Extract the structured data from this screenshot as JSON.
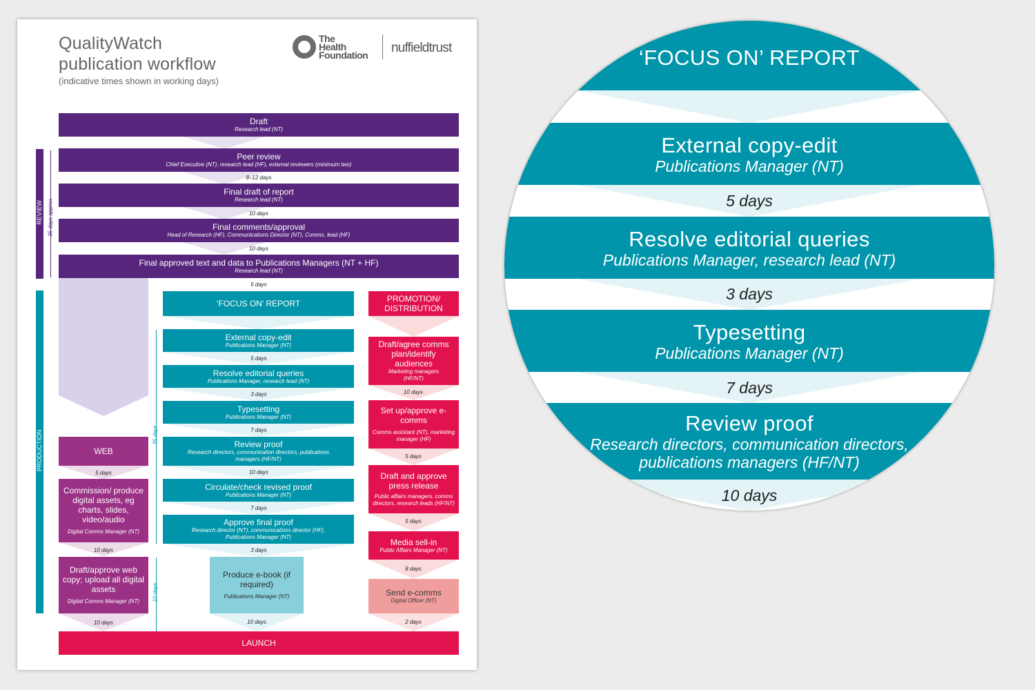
{
  "title_line1": "QualityWatch",
  "title_line2": "publication workflow",
  "subtitle": "(indicative times shown in working days)",
  "logos": {
    "hf": [
      "The",
      "Health",
      "Foundation"
    ],
    "nt": "nuffieldtrust"
  },
  "sidebar": {
    "review": "REVIEW",
    "production": "PRODUCTION",
    "review_span": "35 days approx",
    "focus_span": "35 days",
    "web_span": "10 days"
  },
  "review_steps": [
    {
      "title": "Draft",
      "sub": "Research lead (NT)"
    },
    {
      "title": "Peer review",
      "sub": "Chief Executive (NT), research lead (HF), external reviewers (minimum two)"
    },
    {
      "title": "Final draft of report",
      "sub": "Research lead (NT)"
    },
    {
      "title": "Final comments/approval",
      "sub": "Head of Research (HF), Communications Director (NT), Comms. lead (HF)"
    },
    {
      "title": "Final approved text and data to Publications Managers (NT + HF)",
      "sub": "Research lead (NT)"
    }
  ],
  "review_days": [
    "8–12 days",
    "10 days",
    "10 days",
    "5 days"
  ],
  "web": {
    "header": "WEB",
    "steps": [
      {
        "title": "Commission/ produce digital assets, eg charts, slides, video/audio",
        "sub": "Digital Comms Manager (NT)"
      },
      {
        "title": "Draft/approve web copy; upload all digital assets",
        "sub": "Digital Comms Manager (NT)"
      }
    ],
    "days": [
      "5 days",
      "10 days",
      "10 days"
    ]
  },
  "focus": {
    "header": "‘FOCUS ON’ REPORT",
    "steps": [
      {
        "title": "External copy-edit",
        "sub": "Publications Manager (NT)"
      },
      {
        "title": "Resolve editorial queries",
        "sub": "Publications Manager, research lead (NT)"
      },
      {
        "title": "Typesetting",
        "sub": "Publications Manager (NT)"
      },
      {
        "title": "Review proof",
        "sub": "Research directors, communication directors, publications managers (HF/NT)"
      },
      {
        "title": "Circulate/check revised proof",
        "sub": "Publications Manager (NT)"
      },
      {
        "title": "Approve final proof",
        "sub": "Research director (NT), communications director (HF), Publications Manager (NT)"
      }
    ],
    "days": [
      "5 days",
      "3 days",
      "7 days",
      "10 days",
      "7 days",
      "3 days"
    ],
    "ebook": {
      "title": "Produce e-book (if required)",
      "sub": "Publications Manager (NT)"
    },
    "ebook_days": "10 days"
  },
  "promo": {
    "header": "PROMOTION/ DISTRIBUTION",
    "steps": [
      {
        "title": "Draft/agree comms plan/identify audiences",
        "sub": "Marketing managers (HF/NT)"
      },
      {
        "title": "Set up/approve e-comms",
        "sub": "Comms assistant (NT), marketing manager (HF)"
      },
      {
        "title": "Draft and approve press release",
        "sub": "Public affairs managers, comms directors, research leads (HF/NT)"
      },
      {
        "title": "Media sell-in",
        "sub": "Public Affairs Manager (NT)"
      },
      {
        "title": "Send e-comms",
        "sub": "Digital Officer (NT)"
      }
    ],
    "days": [
      "10 days",
      "5 days",
      "5 days",
      "8 days",
      "2 days"
    ]
  },
  "launch": "LAUNCH",
  "zoom": {
    "header": "‘FOCUS ON’ REPORT",
    "steps": [
      {
        "title": "External copy-edit",
        "sub": "Publications Manager (NT)"
      },
      {
        "title": "Resolve editorial queries",
        "sub": "Publications Manager, research lead (NT)"
      },
      {
        "title": "Typesetting",
        "sub": "Publications Manager (NT)"
      },
      {
        "title": "Review proof",
        "sub": "Research directors, communication directors,",
        "sub2": "publications managers (HF/NT)"
      }
    ],
    "days": [
      "5 days",
      "3 days",
      "7 days",
      "10 days"
    ]
  },
  "colors": {
    "purple": "#57267c",
    "teal": "#0095aa",
    "red": "#e2124f",
    "magenta": "#9b3185",
    "pink": "#f09e9d",
    "lightblue": "#88cfdc",
    "lilac": "#d9d0e9"
  }
}
